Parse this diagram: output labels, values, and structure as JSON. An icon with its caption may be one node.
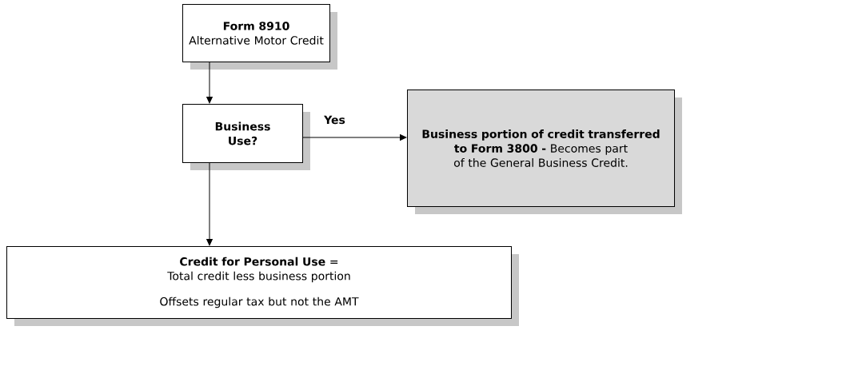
{
  "diagram": {
    "nodes": [
      {
        "text": [
          "Form 8910",
          "Alternative Motor Credit"
        ]
      },
      {
        "text": [
          "Business Use?"
        ]
      },
      {
        "text": [
          "**Business portion of credit transferred to Form 3800 -** Becomes part of the General Business Credit."
        ]
      },
      {
        "text": [
          "**Credit for Personal Use** =",
          "Total credit less business portion",
          "Offsets regular tax but not the AMT"
        ]
      }
    ],
    "edges": [
      {
        "from": 0,
        "to": 1,
        "arrow": "to"
      },
      {
        "from": 1,
        "to": 2,
        "arrow": "to",
        "label": "Yes"
      },
      {
        "from": 1,
        "to": 3,
        "arrow": "to"
      }
    ]
  }
}
